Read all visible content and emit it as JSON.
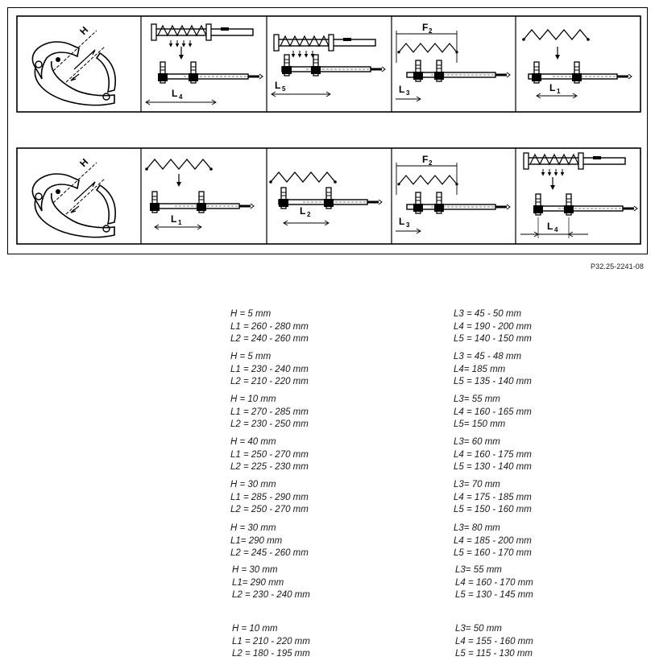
{
  "figure_code": "P32.25-2241-08",
  "diagram_labels": {
    "h": "H",
    "f2": "F",
    "f2_sub": "2",
    "l1": "L",
    "l1_sub": "1",
    "l2": "L",
    "l2_sub": "2",
    "l3": "L",
    "l3_sub": "3",
    "l4": "L",
    "l4_sub": "4",
    "l5": "L",
    "l5_sub": "5"
  },
  "groups": [
    {
      "left": [
        "H = 5 mm",
        "L1 = 260 - 280 mm",
        "L2 = 240 - 260 mm"
      ],
      "right": [
        "L3 = 45 - 50 mm",
        "L4 = 190 - 200 mm",
        "L5 = 140 - 150 mm"
      ]
    },
    {
      "left": [
        "H = 5 mm",
        "L1 = 230 - 240 mm",
        "L2 = 210 - 220 mm"
      ],
      "right": [
        "L3 = 45 - 48 mm",
        "L4= 185 mm",
        "L5 = 135 - 140 mm"
      ]
    },
    {
      "left": [
        "H = 10 mm",
        "L1 = 270 - 285 mm",
        "L2 = 230 - 250 mm"
      ],
      "right": [
        "L3= 55 mm",
        "L4 = 160 - 165 mm",
        "L5= 150 mm"
      ]
    },
    {
      "left": [
        "H = 40 mm",
        "L1 = 250 - 270 mm",
        "L2 = 225 - 230 mm"
      ],
      "right": [
        "L3= 60 mm",
        "L4 = 160 - 175 mm",
        "L5 = 130 - 140 mm"
      ]
    },
    {
      "left": [
        "H = 30 mm",
        "L1 = 285 - 290 mm",
        "L2 = 250 - 270 mm"
      ],
      "right": [
        "L3= 70 mm",
        "L4 = 175 - 185 mm",
        "L5 = 150 - 160 mm"
      ]
    },
    {
      "left": [
        "H = 30 mm",
        "L1=  290 mm",
        "L2 = 245 - 260 mm"
      ],
      "right": [
        "L3= 80 mm",
        "L4 = 185 - 200 mm",
        "L5 = 160 - 170 mm"
      ]
    },
    {
      "left": [
        "H = 30 mm",
        "L1=  290 mm",
        "L2 = 230 - 240 mm"
      ],
      "right": [
        "L3=  55 mm",
        "L4 = 160 - 170 mm",
        "L5 = 130 - 145 mm"
      ]
    },
    {
      "left": [
        "H = 10 mm",
        "L1 = 210 - 220 mm",
        "L2 = 180 - 195 mm"
      ],
      "right": [
        "L3= 50 mm",
        "L4 = 155 - 160 mm",
        "L5 = 115 - 130 mm"
      ]
    }
  ]
}
